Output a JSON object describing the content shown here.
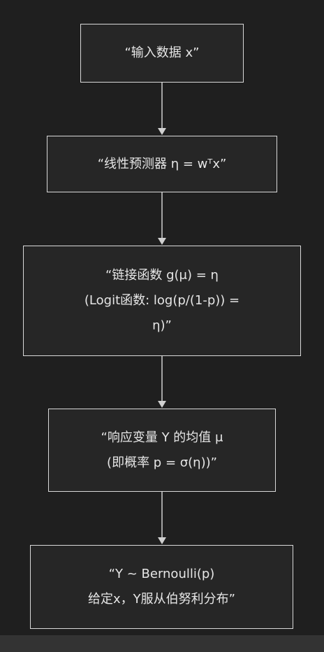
{
  "nodes": [
    {
      "lines": [
        "“输入数据 x”"
      ]
    },
    {
      "lines": [
        "“线性预测器 η = wᵀx”"
      ]
    },
    {
      "lines": [
        "“链接函数 g(μ) = η",
        "(Logit函数: log(p/(1-p)) =",
        "η)”"
      ]
    },
    {
      "lines": [
        "“响应变量 Y 的均值 μ",
        "(即概率 p = σ(η))”"
      ]
    },
    {
      "lines": [
        "“Y ~ Bernoulli(p)",
        "给定x，Y服从伯努利分布”"
      ]
    }
  ],
  "edges": [
    {
      "from": 0,
      "to": 1
    },
    {
      "from": 1,
      "to": 2
    },
    {
      "from": 2,
      "to": 3
    },
    {
      "from": 3,
      "to": 4
    }
  ],
  "colors": {
    "background": "#1f1f1f",
    "node_fill": "#262626",
    "node_border": "#d9d9d9",
    "text": "#e6e6e6",
    "edge": "#d0d0d0",
    "footer_bar": "#333333"
  }
}
